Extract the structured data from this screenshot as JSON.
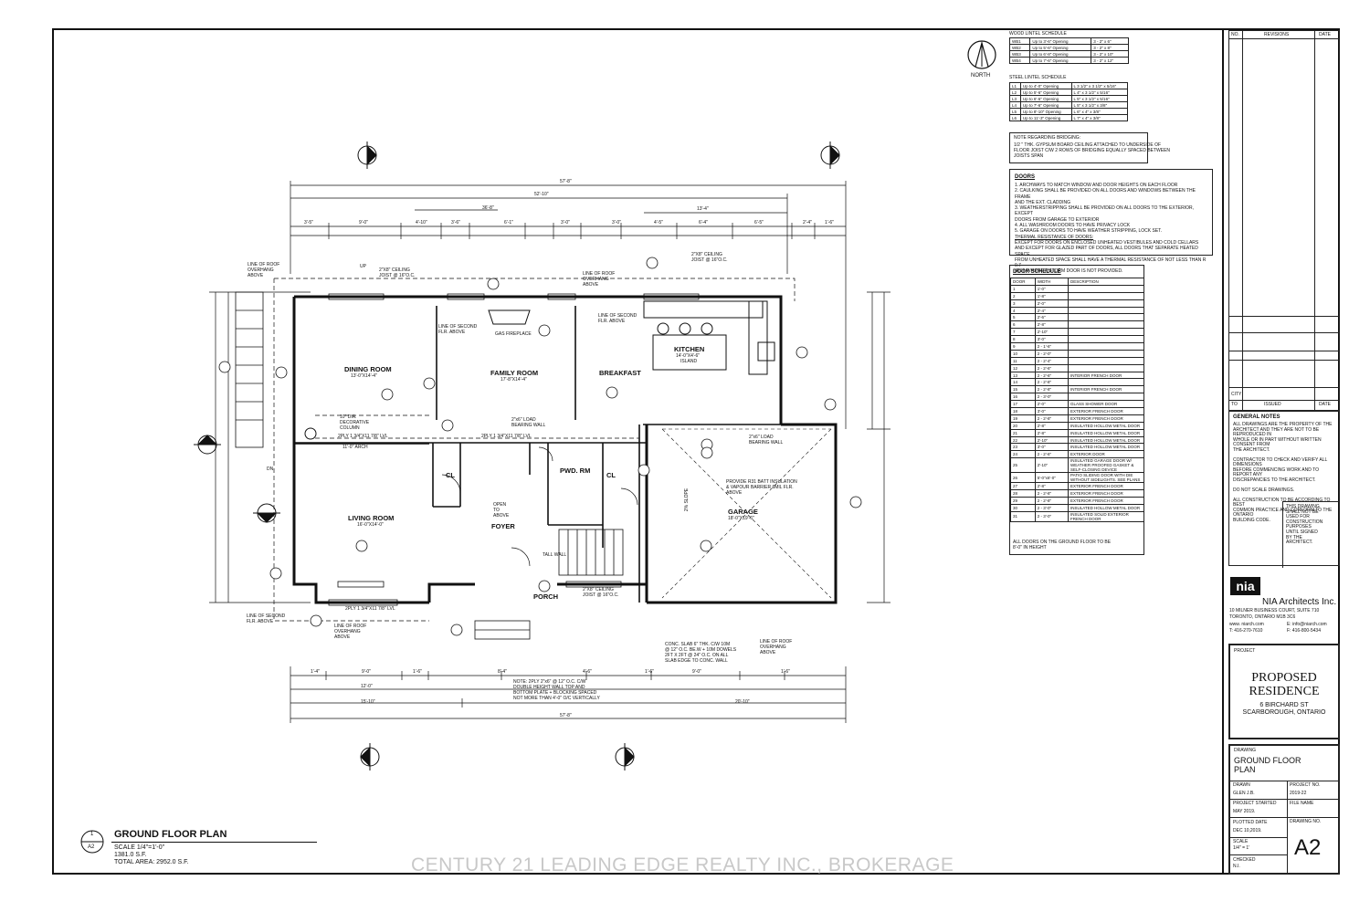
{
  "north": {
    "label": "NORTH"
  },
  "wood_lintel": {
    "title": "WOOD LINTEL SCHEDULE",
    "rows": [
      [
        "WB1",
        "Up to 3'-6\" Opening",
        "3 - 2\" x 6\""
      ],
      [
        "WB2",
        "Up to 5'-6\" Opening",
        "3 - 2\" x 8\""
      ],
      [
        "WB3",
        "Up to 6'-8\" Opening",
        "3 - 2\" x 10\""
      ],
      [
        "WB4",
        "Up to 7'-6\" Opening",
        "3 - 2\" x 12\""
      ]
    ]
  },
  "steel_lintel": {
    "title": "STEEL LINTEL SCHEDULE",
    "rows": [
      [
        "L1",
        "Up to 4'-0\" Opening",
        "L 3 1/2\" x 3 1/2\" x 5/16\""
      ],
      [
        "L2",
        "Up to 5'-6\" Opening",
        "L 4\" x 3 1/2\" x 5/16\""
      ],
      [
        "L3",
        "Up to 6'-6\" Opening",
        "L 5\" x 3 1/2\" x 5/16\""
      ],
      [
        "L4",
        "Up to 7'-6\" Opening",
        "L 5\" x 3 1/2\" x 3/8\""
      ],
      [
        "L5",
        "Up to 8'-10\" Opening",
        "L 6\" x 4\" x 3/8\""
      ],
      [
        "L6",
        "Up to 11'-3\" Opening",
        "L 7\" x 4\" x 3/8\""
      ]
    ]
  },
  "bridging_note": {
    "title": "NOTE REGARDING BRIDGING:",
    "text": [
      "1/2 \" THK. GYPSUM BOARD CEILING ATTACHED TO UNDERSIDE OF",
      "FLOOR JOIST C/W 2 ROWS OF BRIDGING EQUALLY SPACED BETWEEN",
      "JOISTS SPAN"
    ]
  },
  "doors_notes": {
    "title": "DOORS",
    "lines": [
      "1.    ARCHWAYS TO MATCH WINDOW AND DOOR HEIGHTS ON EACH FLOOR",
      "2.    CAULKING SHALL BE PROVIDED ON ALL DOORS AND WINDOWS BETWEEN THE FRAME",
      "        AND THE EXT. CLADDING",
      "3.    WEATHERSTRIPPING SHALL BE PROVIDED ON ALL DOORS TO THE EXTERIOR, EXCEPT",
      "        DOORS FROM GARAGE TO EXTERIOR",
      "4.    ALL WASHROOM DOORS TO HAVE PRIVACY LOCK",
      "5.    GARAGE ON DOORS TO HAVE WEATHER STRIPPING, LOCK SET.",
      "THERMAL RESISTANCE OF DOORS:",
      "EXCEPT FOR DOORS ON ENCLOSED UNHEATED VESTIBULES AND COLD CELLARS",
      "AND EXCEPT FOR GLAZED PART OF DOORS, ALL DOORS THAT SEPARATE HEATED SPACE",
      "FROM UNHEATED SPACE SHALL HAVE A THERMAL RESISTANCE OF NOT LESS THAN R 0.7",
      "(RSI) WHERE A STORM DOOR IS NOT PROVIDED."
    ]
  },
  "door_schedule": {
    "title": "DOOR SCHEDULE",
    "headers": [
      "DOOR",
      "WIDTH",
      "DESCRIPTION"
    ],
    "rows": [
      [
        "1",
        "1'-0\"",
        ""
      ],
      [
        "2",
        "1'-8\"",
        ""
      ],
      [
        "3",
        "2'-0\"",
        ""
      ],
      [
        "4",
        "2'-4\"",
        ""
      ],
      [
        "5",
        "2'-6\"",
        ""
      ],
      [
        "6",
        "2'-8\"",
        ""
      ],
      [
        "7",
        "2'-10\"",
        ""
      ],
      [
        "8",
        "3'-0\"",
        ""
      ],
      [
        "9",
        "2 - 1'-6\"",
        ""
      ],
      [
        "10",
        "2 - 2'-0\"",
        ""
      ],
      [
        "11",
        "2 - 2'-4\"",
        ""
      ],
      [
        "12",
        "2 - 2'-6\"",
        ""
      ],
      [
        "13",
        "2 - 2'-6\"",
        "INTERIOR FRENCH DOOR"
      ],
      [
        "14",
        "2 - 2'-8\"",
        ""
      ],
      [
        "15",
        "2 - 2'-8\"",
        "INTERIOR FRENCH DOOR"
      ],
      [
        "16",
        "2 - 3'-0\"",
        ""
      ],
      [
        "17",
        "2'-0\"",
        "GLASS SHOWER DOOR"
      ],
      [
        "18",
        "3'-0\"",
        "EXTERIOR FRENCH DOOR"
      ],
      [
        "19",
        "2 - 2'-8\"",
        "EXTERIOR FRENCH DOOR"
      ],
      [
        "20",
        "2'-8\"",
        "INSULATED HOLLOW METAL DOOR"
      ],
      [
        "21",
        "2'-8\"",
        "INSULATED HOLLOW METAL DOOR"
      ],
      [
        "22",
        "2'-10\"",
        "INSULATED HOLLOW METAL DOOR"
      ],
      [
        "23",
        "3'-0\"",
        "INSULATED HOLLOW METAL DOOR"
      ],
      [
        "24",
        "2 - 2'-6\"",
        "EXTERIOR DOOR"
      ],
      [
        "25",
        "2'-10\"",
        "INSULATED GARAGE DOOR W/ WEATHER PROOFED GASKET & SELF-CLOSING DEVICE"
      ],
      [
        "26",
        "5'-0\"x6'-0\"",
        "PATIO SLIDING DOOR WITH DIE WITHOUT SIDELIGHTS. SEE PLANS"
      ],
      [
        "27",
        "2'-8\"",
        "EXTERIOR FRENCH DOOR"
      ],
      [
        "28",
        "2 - 2'-8\"",
        "EXTERIOR FRENCH DOOR"
      ],
      [
        "29",
        "2 - 2'-8\"",
        "EXTERIOR FRENCH DOOR"
      ],
      [
        "30",
        "2 - 3'-0\"",
        "INSULATED HOLLOW METAL DOOR"
      ],
      [
        "31",
        "2 - 3'-0\"",
        "INSULATED SOLID EXTERIOR FRENCH DOOR"
      ]
    ],
    "footnote": [
      "ALL DOORS ON THE GROUND FLOOR TO BE",
      "8'-0\" IN HEIGHT"
    ]
  },
  "revisions": {
    "headers": [
      "NO.",
      "REVISIONS",
      "DATE"
    ],
    "issue_headers": [
      "TO",
      "ISSUED",
      "DATE"
    ],
    "city": "CITY"
  },
  "general_notes": {
    "title": "GENERAL NOTES",
    "lines": [
      "ALL DRAWINGS ARE THE PROPERTY OF THE",
      "ARCHITECT AND THEY ARE NOT TO BE REPRODUCED IN",
      "WHOLE OR IN PART WITHOUT WRITTEN CONSENT FROM",
      "THE ARCHITECT.",
      "",
      "CONTRACTOR TO CHECK AND VERIFY ALL DIMENSIONS",
      "BEFORE COMMENCING WORK AND TO REPORT ANY",
      "DISCREPANCIES TO THE ARCHITECT.",
      "",
      "DO NOT SCALE DRAWINGS.",
      "",
      "ALL CONSTRUCTION TO BE ACCORDING TO BEST",
      "COMMON PRACTICE AND CONFORM TO THE ONTARIO",
      "BUILDING CODE."
    ],
    "stamp_note": [
      "THIS DRAWING",
      "SHALL NOT BE",
      "USED FOR",
      "CONSTRUCTION",
      "PURPOSES",
      "UNTIL SIGNED",
      "BY THE",
      "ARCHITECT."
    ]
  },
  "firm": {
    "logo": "nia",
    "name": "NIA Architects Inc.",
    "address1": "10 MILNER BUSINESS COURT, SUITE 710",
    "address2": "TORONTO, ONTARIO  M1B 3C6",
    "web": "www. niarch.com",
    "email": "E: info@niarch.com",
    "tel": "T: 416-270-7610",
    "fax": "F: 416-800-5434"
  },
  "project": {
    "label": "PROJECT",
    "name1": "PROPOSED",
    "name2": "RESIDENCE",
    "addr1": "6 BIRCHARD ST",
    "addr2": "SCARBOROUGH, ONTARIO"
  },
  "drawing": {
    "label": "DRAWING",
    "title1": "GROUND FLOOR",
    "title2": "PLAN",
    "drawn_label": "DRAWN",
    "drawn": "GLEN J.B.",
    "projno_label": "PROJECT NO.",
    "projno": "2019-22",
    "started_label": "PROJECT STARTED",
    "started": "MAY 2019.",
    "filename_label": "FILE NAME",
    "plotted_label": "PLOTTED DATE",
    "plotted": "DEC 10,2019.",
    "drawingno_label": "DRAWING NO.",
    "scale_label": "SCALE",
    "scale": "1/4\" = 1'",
    "checked_label": "CHECKED",
    "checked": "N.I.",
    "sheet": "A2"
  },
  "plan_title": {
    "num": "1",
    "sheet": "A2",
    "title": "GROUND FLOOR PLAN",
    "scale": "SCALE 1/4\"=1'-0\"",
    "area": "1381.0 S.F.",
    "total": "TOTAL AREA: 2952.0 S.F."
  },
  "rooms": {
    "dining": "DINING ROOM",
    "dining_dim": "13'-0\"X14'-4\"",
    "family": "FAMILY ROOM",
    "family_dim": "17'-8\"X14'-4\"",
    "breakfast": "BREAKFAST",
    "kitchen": "KITCHEN",
    "island": "14'-0\"X4'-6\"",
    "island_label": "ISLAND",
    "living": "LIVING ROOM",
    "living_dim": "16'-0\"X14'-0\"",
    "foyer": "FOYER",
    "porch": "PORCH",
    "garage": "GARAGE",
    "garage_dim": "18'-0\"X19'-6\"",
    "pwd": "PWD. RM",
    "cl1": "CL",
    "cl2": "CL",
    "fireplace": "GAS FIREPLACE",
    "garage_note": [
      "PROVIDE R31 BATT INSULATION",
      "& VAPOUR BARRIER 6MIL FLR.",
      "ABOVE"
    ],
    "slope": "2% SLOPE"
  },
  "dims": {
    "overall": "57'-8\"",
    "overall_b": "57'-8\"",
    "d52": "52'-10\"",
    "d36": "36'-8\"",
    "d13": "13'-4\"",
    "top_row": [
      "3'-5\"",
      "9'-0\"",
      "4'-10\"",
      "3'-6\"",
      "6'-1\"",
      "3'-0\"",
      "3'-0\"",
      "4'-5\"",
      "6'-4\"",
      "6'-5\"",
      "2'-4\"",
      "1'-6\""
    ],
    "bot_row": [
      "1'-4\"",
      "9'-0\"",
      "1'-6\"",
      "8'-4\"",
      "4'-6\"",
      "1'-6\"",
      "9'-0\"",
      "1'-6\""
    ],
    "d1510": "15'-10\"",
    "d2010": "20'-10\"",
    "d12": "12'-0\""
  },
  "notes_plan": {
    "roof1": [
      "LINE OF ROOF",
      "OVERHANG",
      "ABOVE"
    ],
    "roof2": [
      "LINE OF ROOF",
      "OVERHANG",
      "ABOVE"
    ],
    "roof3": [
      "LINE OF ROOF",
      "OVERHANG",
      "ABOVE"
    ],
    "roof4": [
      "LINE OF ROOF",
      "OVERHANG",
      "ABOVE"
    ],
    "second1": [
      "LINE OF SECOND",
      "FLR. ABOVE"
    ],
    "second2": [
      "LINE OF SECOND",
      "FLR. ABOVE"
    ],
    "second3": [
      "LINE OF SECOND",
      "FLR. ABOVE"
    ],
    "joist1": [
      "2\"X8\" CEILING",
      "JOIST @ 16\"O.C."
    ],
    "joist2": [
      "2\"X8\" CEILING",
      "JOIST @ 16\"O.C."
    ],
    "joist3": [
      "2\"X8\" CEILING",
      "JOIST @ 16\"O.C."
    ],
    "load1": [
      "2\"x6\" LOAD",
      "BEARING WALL"
    ],
    "load2": [
      "2\"x6\" LOAD",
      "BEARING WALL"
    ],
    "column": [
      "10\" DIA.",
      "DECORATIVE",
      "COLUMN"
    ],
    "slab": [
      "CONC. SLAB 6\" THK. C/W 10M",
      "@ 12\" O.C. BE.W + 10M DOWELS",
      "2FT X 2FT @ 24\" O.C. ON ALL",
      "SLAB EDGE TO CONC. WALL"
    ],
    "ply": [
      "NOTE: 2PLY 2\"x6\" @ 12\" O.C. C/W",
      "DOUBLE HEIGHT WALL TOP AND",
      "BOTTOM PLATE + BLOCKING SPACED",
      "NOT MORE THAN 4'-0\" O/C VERTICALLY"
    ],
    "lvl": "2PLY 1 3/4\"X11 7/8\" LVL",
    "arch1": "11'-0\" ARCH",
    "tall_wall": "TALL WALL",
    "open": [
      "OPEN",
      "TO",
      "ABOVE"
    ],
    "up": "UP",
    "dn": "DN"
  },
  "watermark": "CENTURY 21 LEADING EDGE REALTY INC., BROKERAGE"
}
